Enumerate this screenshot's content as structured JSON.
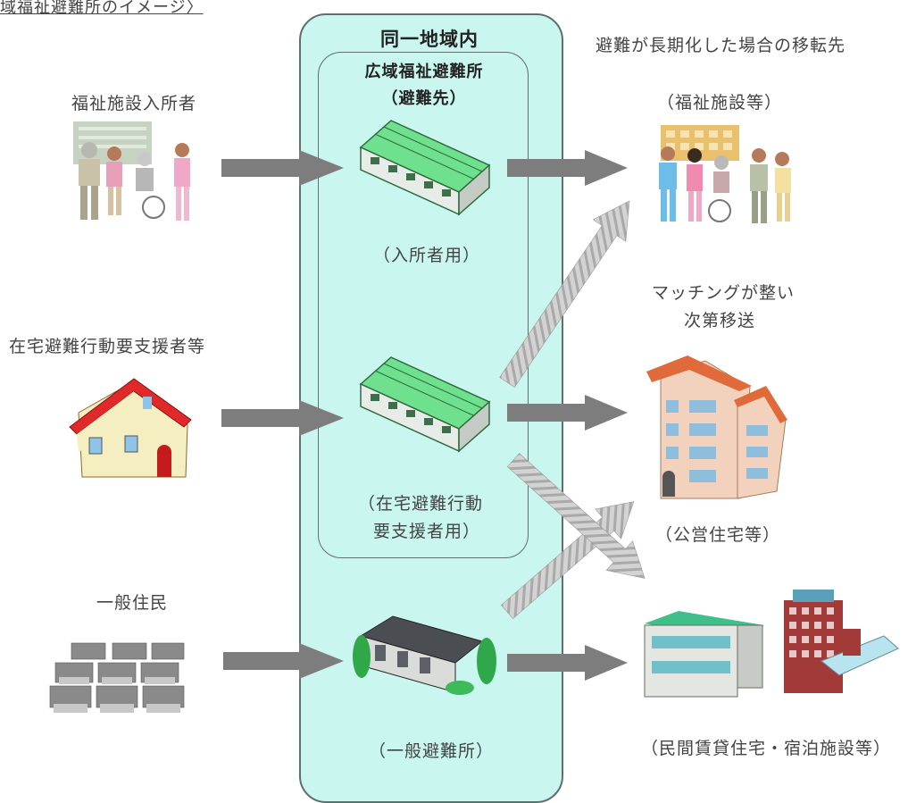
{
  "caption": "域福祉避難所のイメージ〉",
  "zone": {
    "title": "同一地域内",
    "inner_title": "広域福祉避難所",
    "inner_subtitle": "（避難先）",
    "shelter_residents": "（入所者用）",
    "shelter_home_line1": "（在宅避難行動",
    "shelter_home_line2": "要支援者用）",
    "shelter_general": "（一般避難所）"
  },
  "sources": {
    "facility_residents": "福祉施設入所者",
    "home_evacuees": "在宅避難行動要支援者等",
    "general_residents": "一般住民"
  },
  "destinations": {
    "heading": "避難が長期化した場合の移転先",
    "welfare_facilities": "（福祉施設等）",
    "matching_line1": "マッチングが整い",
    "matching_line2": "次第移送",
    "public_housing": "（公営住宅等）",
    "private_rental": "（民間賃貸住宅・宿泊施設等）"
  },
  "colors": {
    "zone_fill": "#c9f6ef",
    "arrow_solid": "#7d7d7d",
    "arrow_dashed": "#bdbdbd",
    "shelter_green": "#6ee08e"
  }
}
